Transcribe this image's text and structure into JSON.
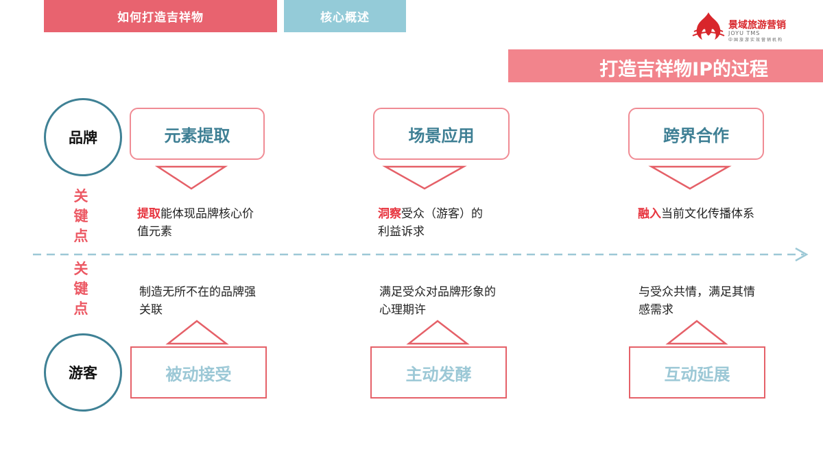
{
  "tabs": {
    "tab1": "如何打造吉祥物",
    "tab2": "核心概述"
  },
  "logo": {
    "name": "景域旅游营销",
    "en": "JOYU TMS",
    "sub": "中国旅游实效营销机构"
  },
  "title": "打造吉祥物IP的过程",
  "rows": {
    "brand": "品牌",
    "tourist": "游客"
  },
  "keypoint_label": "关键点",
  "brand_steps": [
    {
      "box": "元素提取",
      "hl": "提取",
      "rest": "能体现品牌核心价值元素"
    },
    {
      "box": "场景应用",
      "hl": "洞察",
      "rest": "受众（游客）的利益诉求"
    },
    {
      "box": "跨界合作",
      "hl": "融入",
      "rest": "当前文化传播体系"
    }
  ],
  "tourist_steps": [
    {
      "box": "被动接受",
      "desc": "制造无所不在的品牌强关联"
    },
    {
      "box": "主动发酵",
      "desc": "满足受众对品牌形象的心理期许"
    },
    {
      "box": "互动延展",
      "desc": "与受众共情，满足其情感需求"
    }
  ],
  "colors": {
    "tab_red": "#e8636f",
    "tab_blue": "#94cbd8",
    "title_bar": "#f2848c",
    "circle": "#3f8195",
    "arrow": "#9cc8d6",
    "box_text": "#3e7f94",
    "keyword": "#e7353f"
  }
}
